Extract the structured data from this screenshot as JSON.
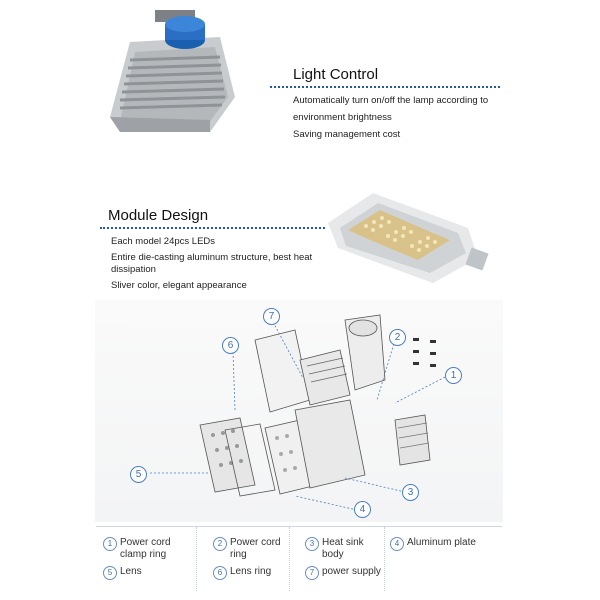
{
  "light_control": {
    "title": "Light Control",
    "lines": [
      "Automatically turn on/off the lamp according to",
      "environment brightness",
      "Saving management cost"
    ]
  },
  "module_design": {
    "title": "Module Design",
    "lines": [
      "Each model 24pcs LEDs",
      "Entire die-casting aluminum structure, best heat",
      "dissipation",
      "Sliver color, elegant appearance"
    ]
  },
  "callouts": [
    "1",
    "2",
    "3",
    "4",
    "5",
    "6",
    "7"
  ],
  "legend": [
    {
      "num": "1",
      "label": "Power cord clamp ring"
    },
    {
      "num": "2",
      "label": "Power cord ring"
    },
    {
      "num": "3",
      "label": "Heat sink body"
    },
    {
      "num": "4",
      "label": "Aluminum plate"
    },
    {
      "num": "5",
      "label": "Lens"
    },
    {
      "num": "6",
      "label": "Lens ring"
    },
    {
      "num": "7",
      "label": "power supply"
    }
  ]
}
